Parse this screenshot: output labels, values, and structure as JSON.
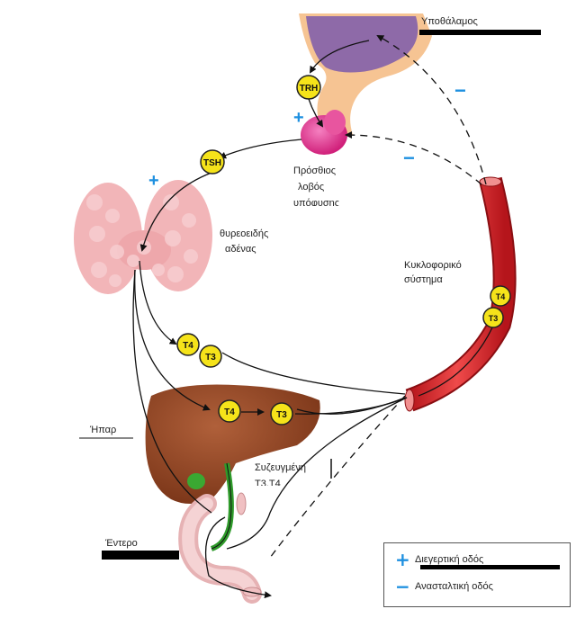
{
  "labels": {
    "hypothalamus": "Υποθάλαμος",
    "anterior_lobe": [
      "Πρόσθιος",
      "λοβός",
      "υπόφυσης"
    ],
    "thyroid": [
      "θυρεοειδής",
      "αδένας"
    ],
    "circulation": [
      "Κυκλοφορικό",
      "σύστημα"
    ],
    "liver": "Ήπαρ",
    "conjugated": [
      "Συζευγμένη",
      "T3,T4"
    ],
    "intestine": "Έντερο"
  },
  "hormones": {
    "trh": "TRH",
    "tsh": "TSH",
    "t4": "T4",
    "t3": "T3"
  },
  "signs": {
    "plus": "+",
    "minus": "−"
  },
  "legend": {
    "stimulatory_symbol": "+",
    "stimulatory_label": "Διεγερτική οδός",
    "inhibitory_symbol": "−",
    "inhibitory_label": "Ανασταλτική οδός"
  },
  "colors": {
    "stimulatory": "#1e90e0",
    "hormone_circle": "#f5e31a",
    "vessel": "#d8272b",
    "liver": "#9b4a2a",
    "thyroid": "#f2b5b8",
    "pituitary": "#e0338f",
    "hypothalamus": "#8e6aa8"
  }
}
